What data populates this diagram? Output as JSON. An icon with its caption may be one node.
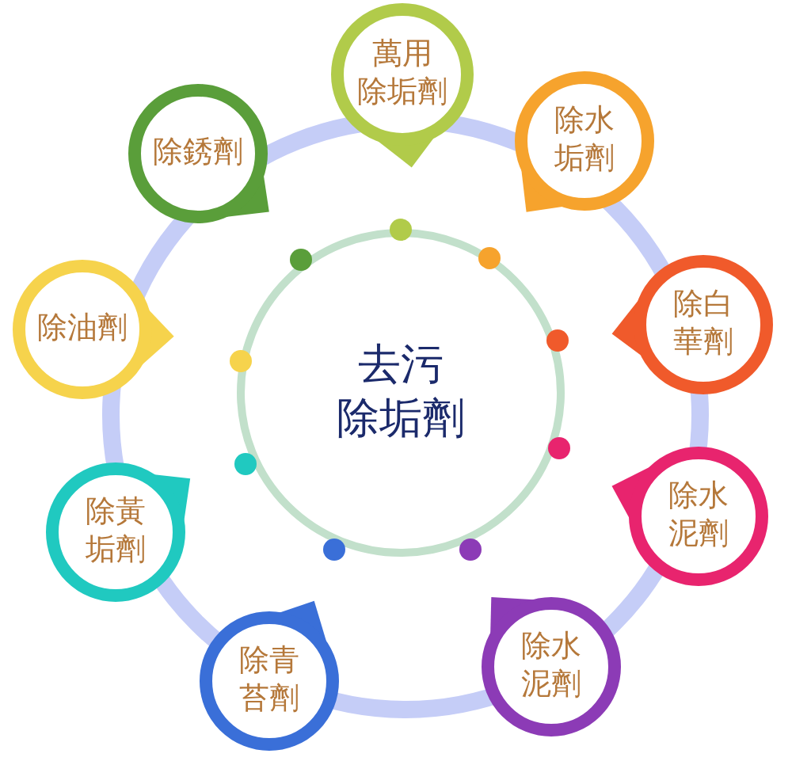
{
  "diagram": {
    "nodes": [
      {
        "text": [
          "去污除垢劑"
        ]
      },
      {
        "text": [
          "萬用除垢劑"
        ]
      },
      {
        "text": [
          "除水垢劑"
        ]
      },
      {
        "text": [
          "除白華劑"
        ]
      },
      {
        "text": [
          "除水泥劑"
        ]
      },
      {
        "text": [
          "除水泥劑"
        ]
      },
      {
        "text": [
          "除青苔劑"
        ]
      },
      {
        "text": [
          "除黃垢劑"
        ]
      },
      {
        "text": [
          "除油劑"
        ]
      },
      {
        "text": [
          "除銹劑"
        ]
      }
    ]
  }
}
